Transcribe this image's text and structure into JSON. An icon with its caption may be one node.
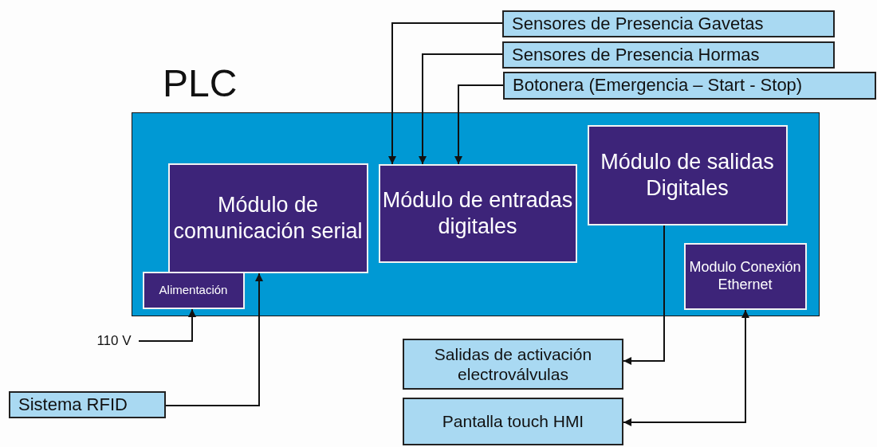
{
  "diagram": {
    "nodes": [
      {
        "text": [
          "PLC"
        ]
      },
      {
        "text": [
          "Módulo de comunicación serial"
        ],
        "in": 0
      },
      {
        "text": [
          "Módulo de entradas digitales"
        ],
        "in": 0
      },
      {
        "text": [
          "Módulo de salidas Digitales"
        ],
        "in": 0
      },
      {
        "text": [
          "Alimentación"
        ],
        "in": 0
      },
      {
        "text": [
          "Modulo Conexión Ethernet"
        ],
        "in": 0
      },
      {
        "text": [
          "Sensores de Presencia Gavetas"
        ]
      },
      {
        "text": [
          "Sensores de Presencia Hormas"
        ]
      },
      {
        "text": [
          "Botonera (Emergencia – Start - Stop)"
        ]
      },
      {
        "text": [
          "110 V"
        ]
      },
      {
        "text": [
          "Sistema RFID"
        ]
      },
      {
        "text": [
          "Salidas de activación electroválvulas"
        ]
      },
      {
        "text": [
          "Pantalla touch HMI"
        ]
      }
    ],
    "edges": [
      {
        "from": 6,
        "to": 2,
        "arrow": "to"
      },
      {
        "from": 7,
        "to": 2,
        "arrow": "to"
      },
      {
        "from": 8,
        "to": 2,
        "arrow": "to"
      },
      {
        "from": 9,
        "to": 4,
        "arrow": "to"
      },
      {
        "from": 10,
        "to": 1,
        "arrow": "to"
      },
      {
        "from": 3,
        "to": 11,
        "arrow": "to"
      },
      {
        "from": 5,
        "to": 12,
        "arrow": "both"
      }
    ]
  }
}
